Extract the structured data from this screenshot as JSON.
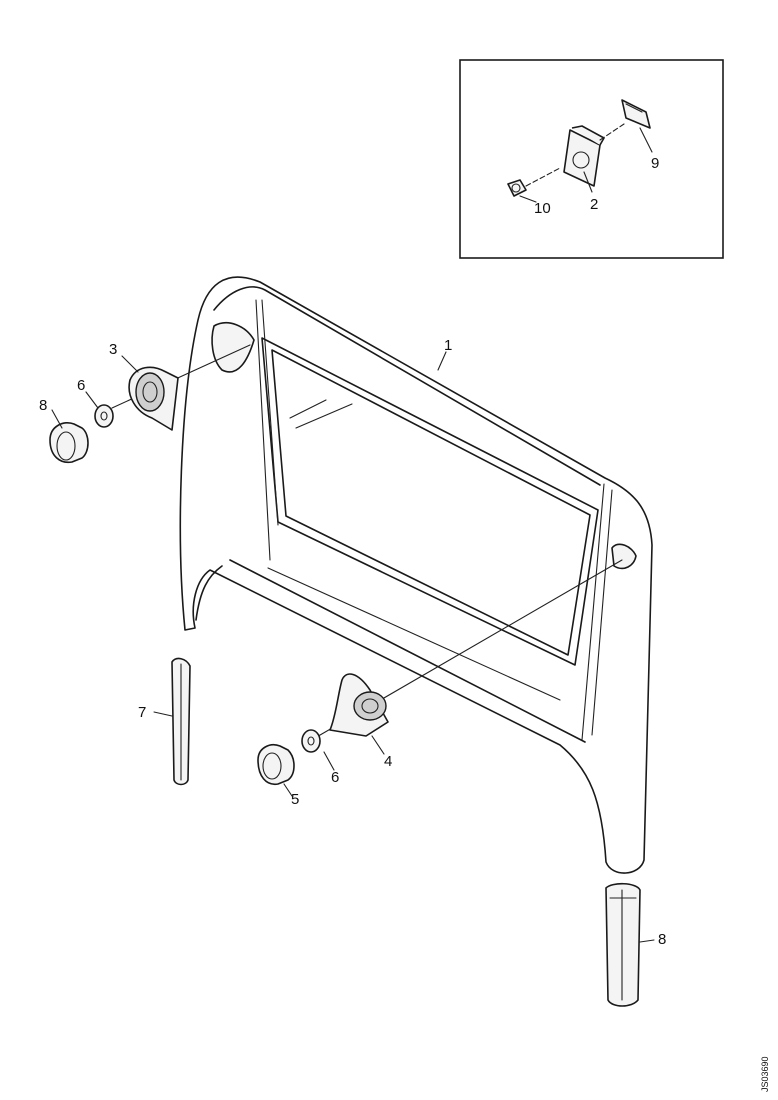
{
  "callouts": {
    "c1": "1",
    "c2": "2",
    "c3": "3",
    "c4": "4",
    "c5": "5",
    "c6a": "6",
    "c6b": "6",
    "c7": "7",
    "c8a": "8",
    "c8b": "8",
    "c9": "9",
    "c10": "10"
  },
  "reference_code": "JS03690"
}
